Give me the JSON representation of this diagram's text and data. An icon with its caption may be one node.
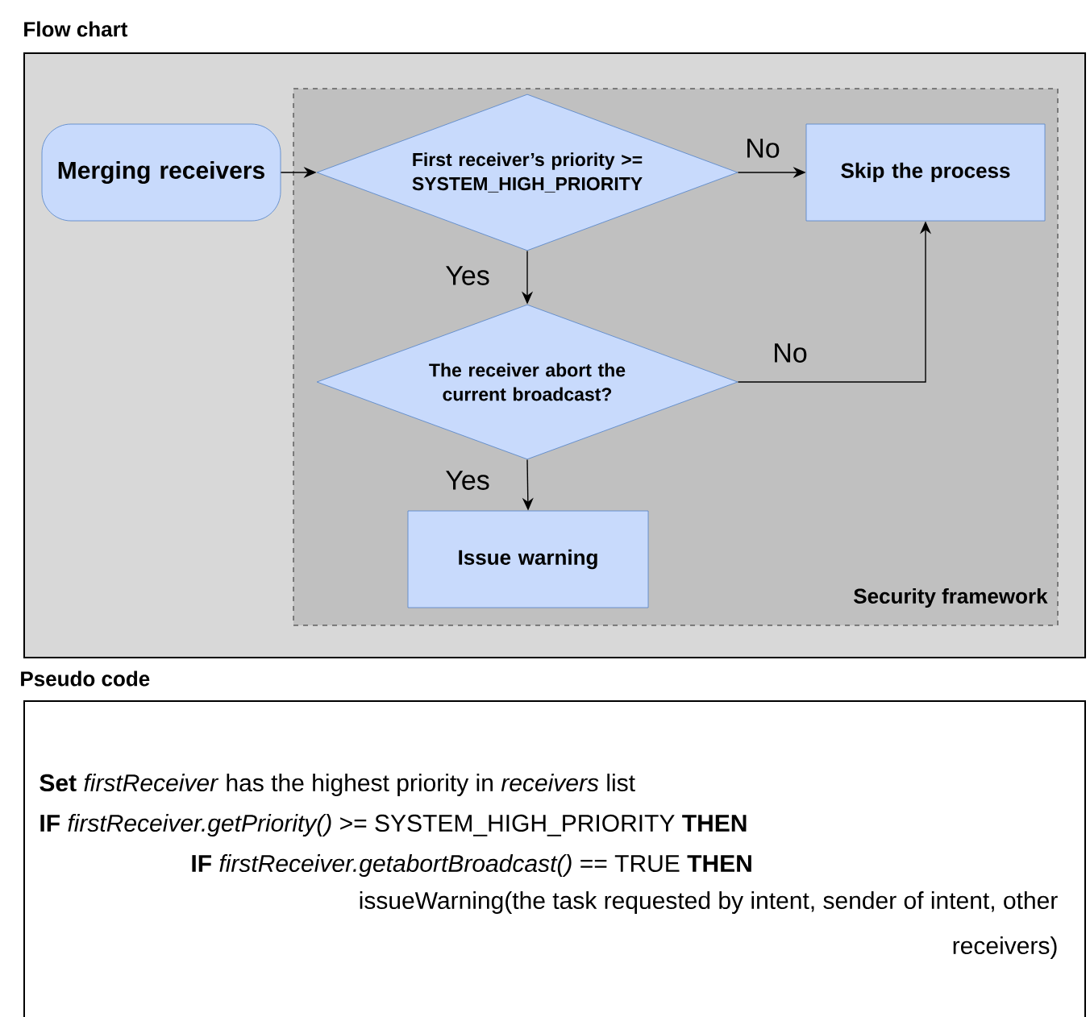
{
  "diagram": {
    "nodes": [
      {
        "text": [
          "Flow chart"
        ]
      },
      {
        "text": [
          "Security framework"
        ],
        "in": 0
      },
      {
        "text": [
          "Merging receivers"
        ],
        "in": 0
      },
      {
        "text": [
          "First receiver’s priority >= SYSTEM_HIGH_PRIORITY"
        ],
        "in": 1
      },
      {
        "text": [
          "Skip the process"
        ],
        "in": 1
      },
      {
        "text": [
          "The receiver abort the current broadcast?"
        ],
        "in": 1
      },
      {
        "text": [
          "Issue warning"
        ],
        "in": 1
      },
      {
        "text": [
          "Pseudo code",
          "**Set** *firstReceiver* has the highest priority in *receivers* list",
          "**IF** *firstReceiver.getPriority()* >= SYSTEM_HIGH_PRIORITY **THEN**",
          "**IF** *firstReceiver.getabortBroadcast()* == TRUE **THEN**",
          "issueWarning(the task requested by intent, sender of intent, other receivers)"
        ]
      }
    ],
    "edges": [
      {
        "from": 2,
        "to": 3,
        "arrow": "to"
      },
      {
        "from": 3,
        "to": 4,
        "arrow": "to",
        "label": "No"
      },
      {
        "from": 3,
        "to": 5,
        "arrow": "to",
        "label": "Yes"
      },
      {
        "from": 5,
        "to": 4,
        "arrow": "to",
        "label": "No"
      },
      {
        "from": 5,
        "to": 6,
        "arrow": "to",
        "label": "Yes"
      }
    ]
  }
}
